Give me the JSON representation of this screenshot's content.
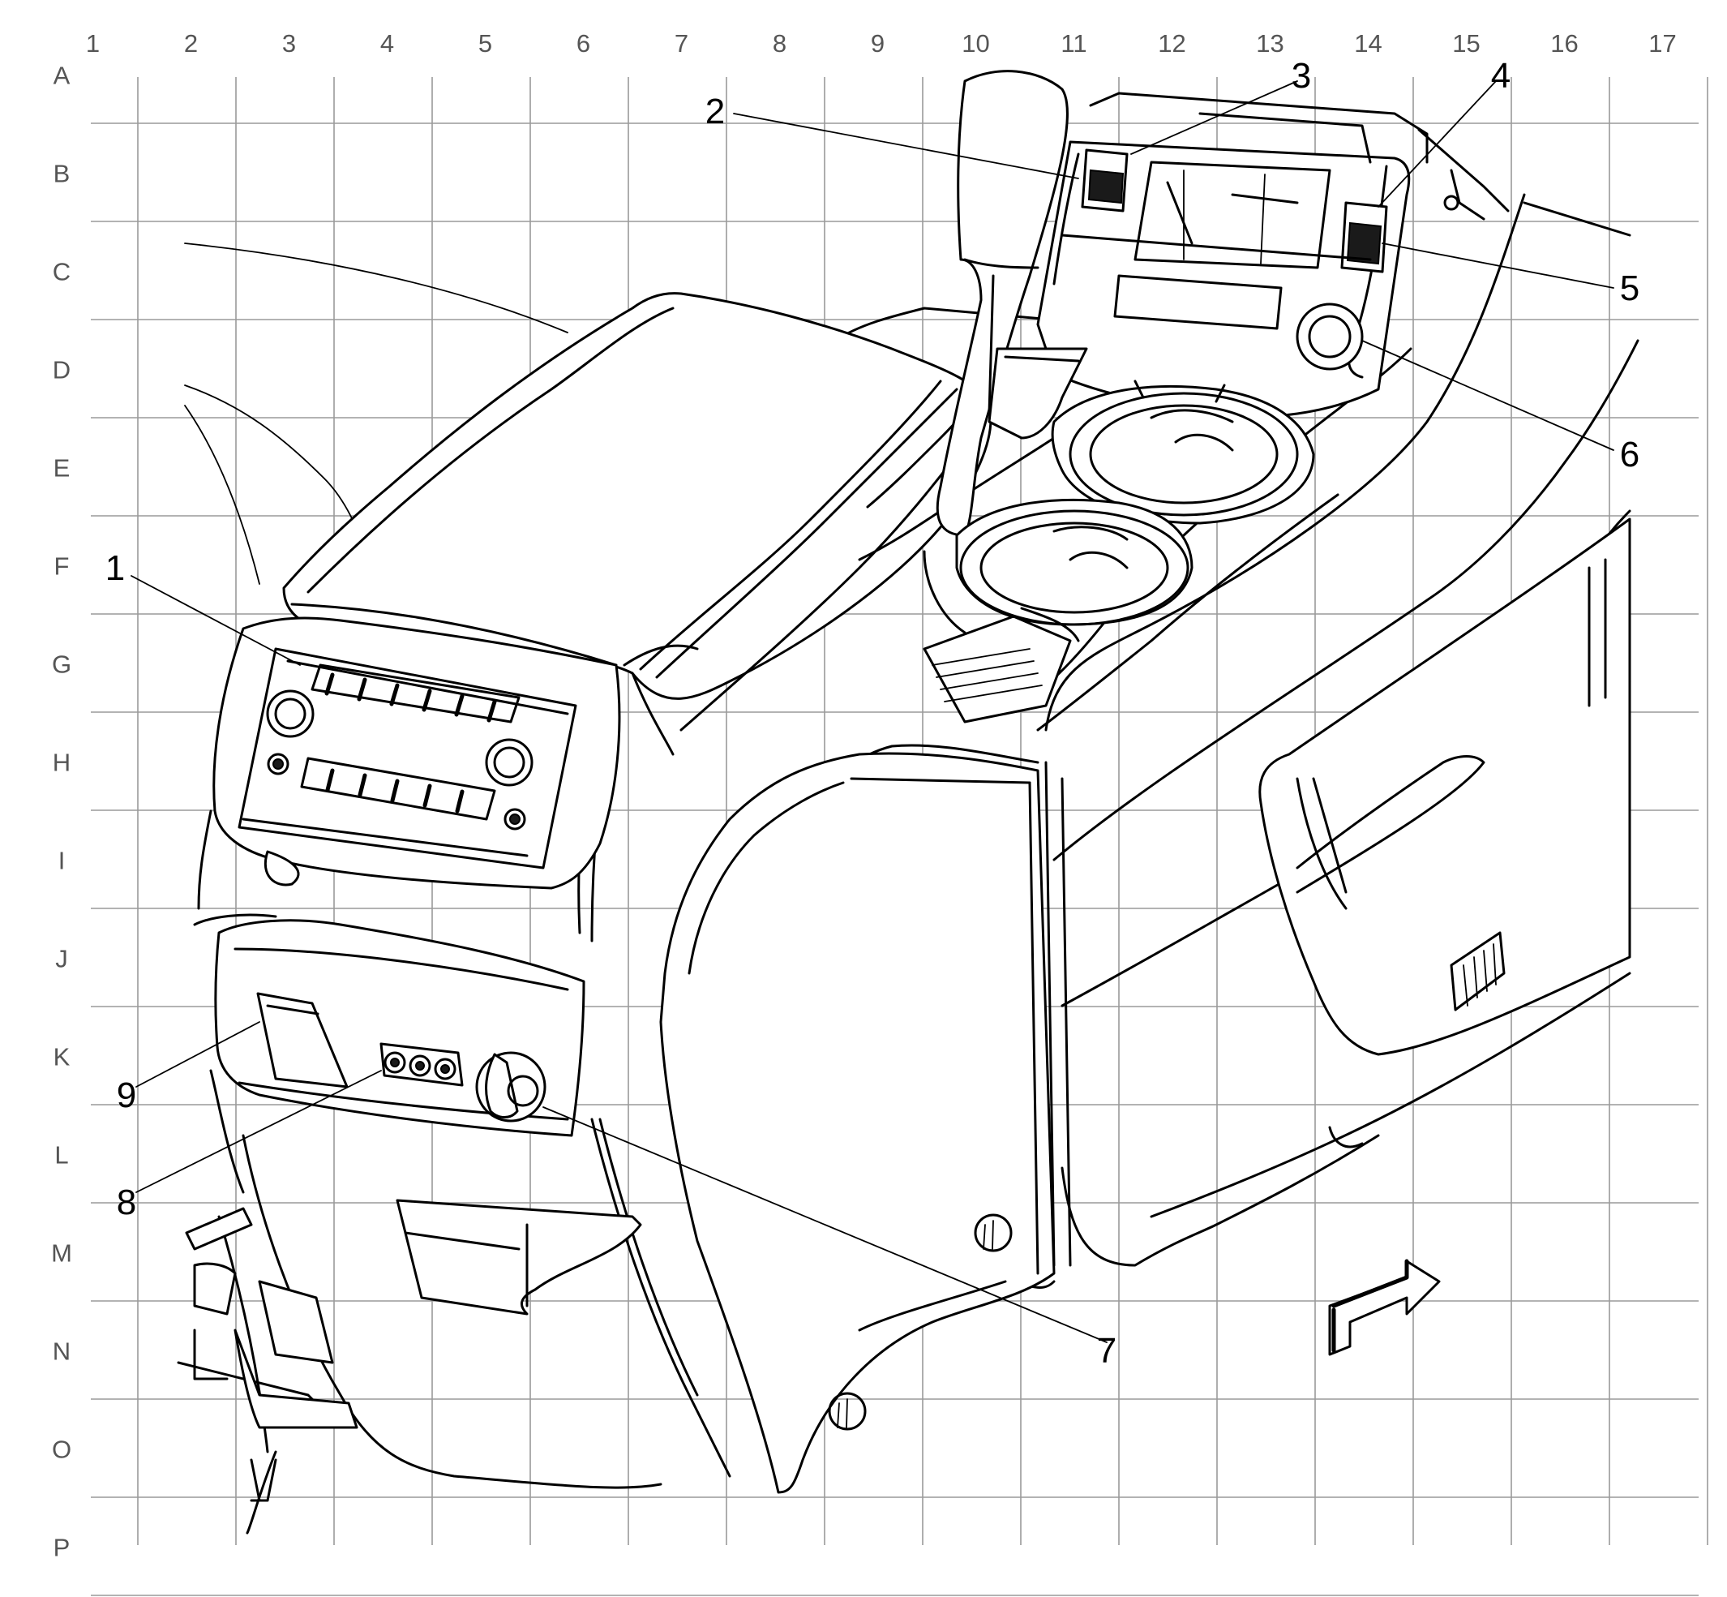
{
  "grid": {
    "columns": [
      "1",
      "2",
      "3",
      "4",
      "5",
      "6",
      "7",
      "8",
      "9",
      "10",
      "11",
      "12",
      "13",
      "14",
      "15",
      "16",
      "17"
    ],
    "rows": [
      "A",
      "B",
      "C",
      "D",
      "E",
      "F",
      "G",
      "H",
      "I",
      "J",
      "K",
      "L",
      "M",
      "N",
      "O",
      "P"
    ]
  },
  "callouts": [
    "1",
    "2",
    "3",
    "4",
    "5",
    "6",
    "7",
    "8",
    "9"
  ],
  "colors": {
    "line": "#000000",
    "grid": "#9a9a9a",
    "grid_label": "#555555",
    "background": "#ffffff"
  }
}
